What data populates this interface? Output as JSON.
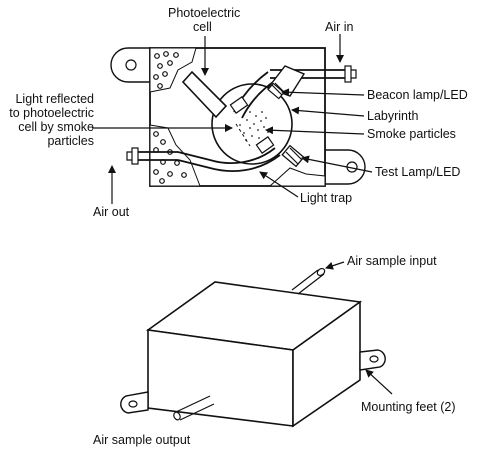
{
  "labels": {
    "photoelectric_cell_1": "Photoelectric",
    "photoelectric_cell_2": "cell",
    "air_in": "Air in",
    "light_reflected_1": "Light reflected",
    "light_reflected_2": "to photoelectric",
    "light_reflected_3": "cell by smoke",
    "light_reflected_4": "particles",
    "beacon_lamp": "Beacon lamp/LED",
    "labyrinth": "Labyrinth",
    "smoke_particles": "Smoke particles",
    "test_lamp": "Test Lamp/LED",
    "air_out": "Air out",
    "light_trap": "Light trap",
    "air_sample_input": "Air sample input",
    "mounting_feet": "Mounting feet (2)",
    "air_sample_output": "Air sample output"
  }
}
